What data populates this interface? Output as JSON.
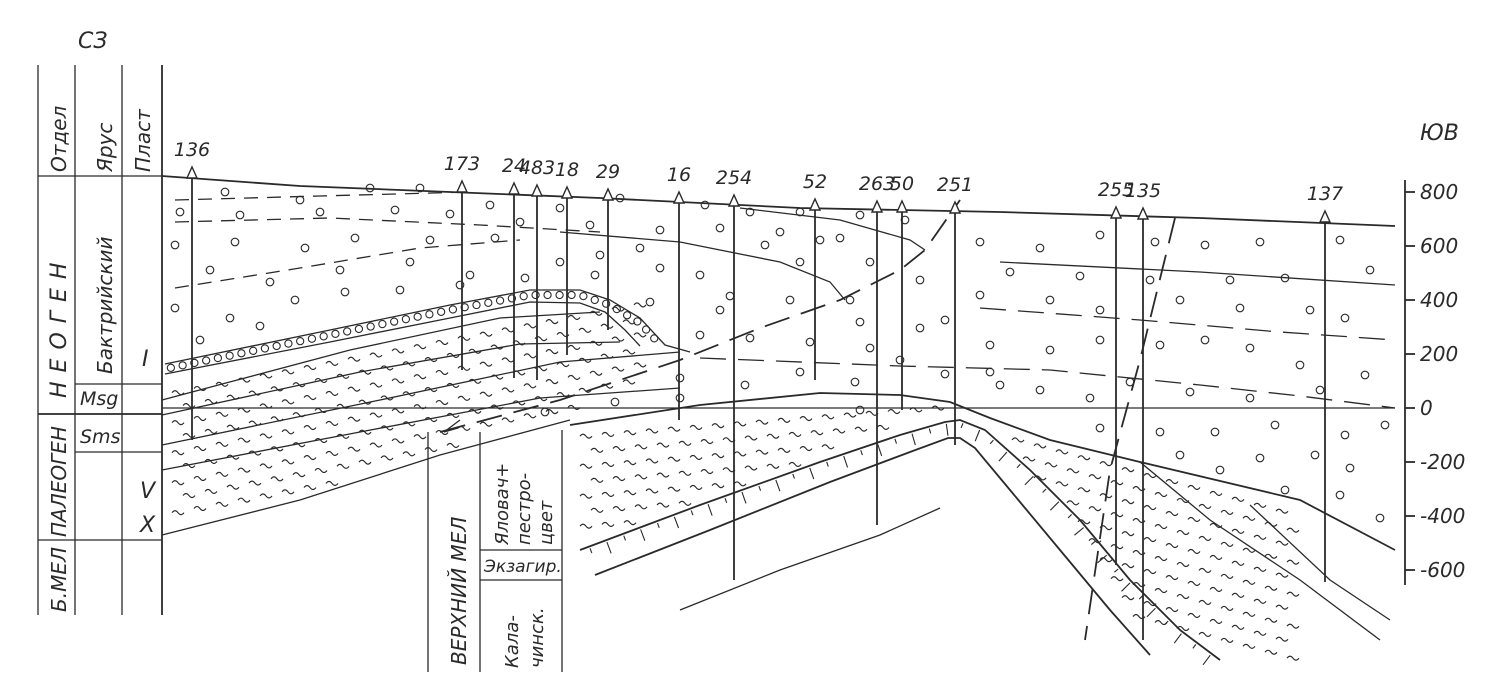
{
  "header": {
    "nw": "СЗ",
    "se": "ЮВ"
  },
  "columns": {
    "dept": "Отдел",
    "stage": "Ярус",
    "layer": "Пласт"
  },
  "strat": {
    "neogen": "НЕОГЕН",
    "paleogen": "ПАЛЕОГЕН",
    "lower_cret": "Б.МЕЛ",
    "bactrian": "Бактрийский",
    "layer_I": "I",
    "msg": "Msg",
    "sms": "Sms",
    "layer_V": "V",
    "layer_X": "X"
  },
  "upper_cret": {
    "label": "ВЕРХНИЙ МЕЛ",
    "yalovach_1": "Яловач+",
    "yalovach_2": "пестро-",
    "yalovach_3": "цвет",
    "ekzagir": "Экзагир.",
    "kalach_1": "Кала-",
    "kalach_2": "чинск."
  },
  "wells": [
    "136",
    "173",
    "24",
    "483",
    "18",
    "29",
    "16",
    "254",
    "52",
    "263",
    "50",
    "251",
    "255",
    "135",
    "137"
  ],
  "depth_scale": {
    "labels": [
      "800",
      "600",
      "400",
      "200",
      "0",
      "-200",
      "-400",
      "-600"
    ],
    "values": [
      800,
      600,
      400,
      200,
      0,
      -200,
      -400,
      -600
    ]
  }
}
